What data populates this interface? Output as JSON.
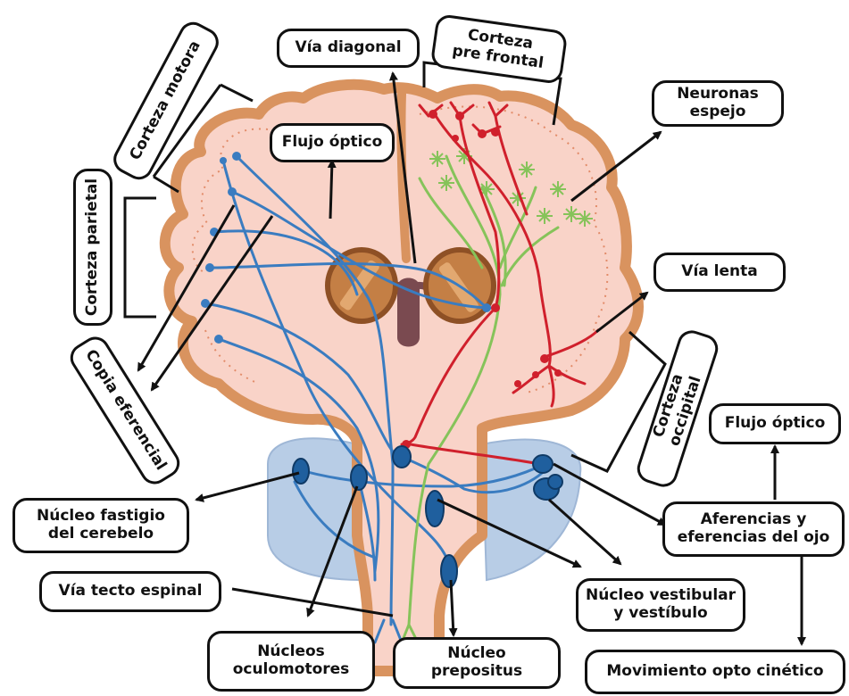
{
  "colors": {
    "background": "#ffffff",
    "brain_fill": "#f9d3c8",
    "brain_outline": "#d9935f",
    "cerebellum": "#b8cde6",
    "blue_pathway": "#3a7cc0",
    "red_pathway": "#d0202c",
    "green_pathway": "#86c35a",
    "thalamus": "#c47f45",
    "brainstem_core": "#7a4a50",
    "nucleus": "#1f5f9e",
    "label_border": "#111111"
  },
  "labels": {
    "via_diagonal": "Vía diagonal",
    "corteza_pre_frontal": "Corteza\npre frontal",
    "corteza_motora": "Corteza motora",
    "flujo_optico_top": "Flujo óptico",
    "neuronas_espejo": "Neuronas\nespejo",
    "corteza_parietal": "Corteza parietal",
    "via_lenta": "Vía lenta",
    "copia_eferencial": "Copia eferencial",
    "corteza_occipital": "Corteza occipital",
    "flujo_optico_right": "Flujo óptico",
    "nucleo_fastigio": "Núcleo fastigio\ndel cerebelo",
    "aferencias": "Aferencias y\neferencias del ojo",
    "via_tecto_espinal": "Vía tecto espinal",
    "nucleo_vestibular": "Núcleo vestibular\ny vestíbulo",
    "nucleos_oculomotores": "Núcleos\noculomotores",
    "nucleo_prepositus": "Núcleo prepositus",
    "movimiento_opto": "Movimiento opto cinético"
  }
}
